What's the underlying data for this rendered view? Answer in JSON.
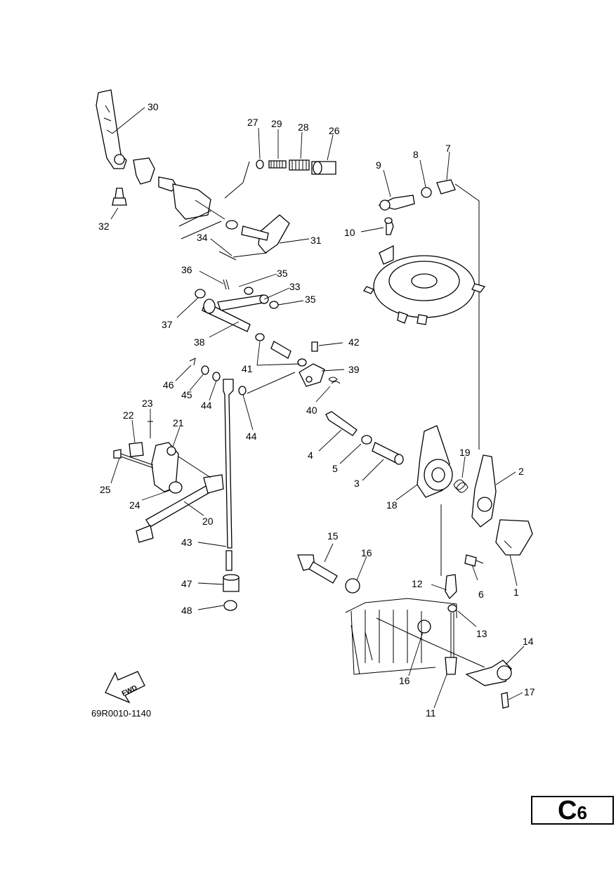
{
  "diagram": {
    "drawing_code": "69R0010-1140",
    "fwd_label": "FWD",
    "page_id": {
      "letter": "C",
      "number": "6"
    },
    "callouts": [
      {
        "id": "c30",
        "text": "30"
      },
      {
        "id": "c27",
        "text": "27"
      },
      {
        "id": "c29",
        "text": "29"
      },
      {
        "id": "c28",
        "text": "28"
      },
      {
        "id": "c26",
        "text": "26"
      },
      {
        "id": "c32",
        "text": "32"
      },
      {
        "id": "c34",
        "text": "34"
      },
      {
        "id": "c31",
        "text": "31"
      },
      {
        "id": "c36",
        "text": "36"
      },
      {
        "id": "c35a",
        "text": "35"
      },
      {
        "id": "c33",
        "text": "33"
      },
      {
        "id": "c35b",
        "text": "35"
      },
      {
        "id": "c37",
        "text": "37"
      },
      {
        "id": "c38",
        "text": "38"
      },
      {
        "id": "c42",
        "text": "42"
      },
      {
        "id": "c41",
        "text": "41"
      },
      {
        "id": "c39",
        "text": "39"
      },
      {
        "id": "c46",
        "text": "46"
      },
      {
        "id": "c45",
        "text": "45"
      },
      {
        "id": "c44a",
        "text": "44"
      },
      {
        "id": "c40",
        "text": "40"
      },
      {
        "id": "c44b",
        "text": "44"
      },
      {
        "id": "c23",
        "text": "23"
      },
      {
        "id": "c22",
        "text": "22"
      },
      {
        "id": "c21",
        "text": "21"
      },
      {
        "id": "c25",
        "text": "25"
      },
      {
        "id": "c24",
        "text": "24"
      },
      {
        "id": "c20",
        "text": "20"
      },
      {
        "id": "c43",
        "text": "43"
      },
      {
        "id": "c47",
        "text": "47"
      },
      {
        "id": "c48",
        "text": "48"
      },
      {
        "id": "c9",
        "text": "9"
      },
      {
        "id": "c8",
        "text": "8"
      },
      {
        "id": "c7",
        "text": "7"
      },
      {
        "id": "c10",
        "text": "10"
      },
      {
        "id": "c4",
        "text": "4"
      },
      {
        "id": "c5",
        "text": "5"
      },
      {
        "id": "c3",
        "text": "3"
      },
      {
        "id": "c18",
        "text": "18"
      },
      {
        "id": "c19",
        "text": "19"
      },
      {
        "id": "c2",
        "text": "2"
      },
      {
        "id": "c15",
        "text": "15"
      },
      {
        "id": "c16a",
        "text": "16"
      },
      {
        "id": "c12",
        "text": "12"
      },
      {
        "id": "c6",
        "text": "6"
      },
      {
        "id": "c1",
        "text": "1"
      },
      {
        "id": "c13",
        "text": "13"
      },
      {
        "id": "c14",
        "text": "14"
      },
      {
        "id": "c16b",
        "text": "16"
      },
      {
        "id": "c17",
        "text": "17"
      },
      {
        "id": "c11",
        "text": "11"
      }
    ]
  }
}
